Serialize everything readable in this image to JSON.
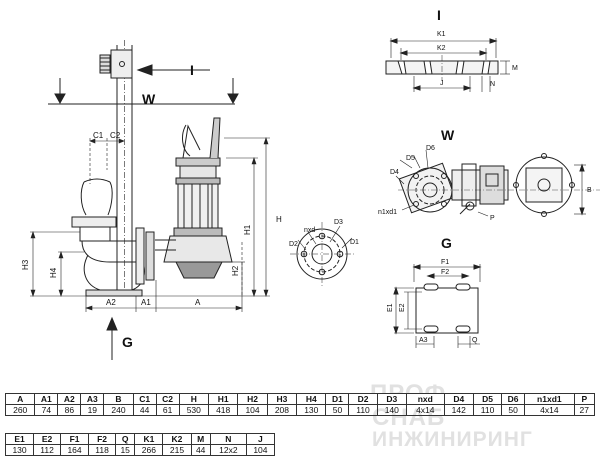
{
  "views": {
    "arrow_I": "I",
    "water_level_W": "W",
    "arrow_G": "G",
    "flange_view_I": "I",
    "plan_view_W": "W",
    "base_view_G": "G"
  },
  "dim_labels": {
    "C1": "C1",
    "C2": "C2",
    "H3": "H3",
    "H4": "H4",
    "A2": "A2",
    "A1": "A1",
    "A": "A",
    "H": "H",
    "H1": "H1",
    "H2": "H2",
    "nxd": "nxd",
    "D3": "D3",
    "D2": "D2",
    "D1": "D1",
    "K1": "K1",
    "K2": "K2",
    "M": "M",
    "J": "J",
    "N": "N",
    "D6": "D6",
    "D5": "D5",
    "D4": "D4",
    "n1xd1": "n1xd1",
    "P": "P",
    "B": "B",
    "F1": "F1",
    "F2": "F2",
    "E1": "E1",
    "E2": "E2",
    "A3": "A3",
    "Q": "Q"
  },
  "table1": {
    "headers": [
      "A",
      "A1",
      "A2",
      "A3",
      "B",
      "C1",
      "C2",
      "H",
      "H1",
      "H2",
      "H3",
      "H4",
      "D1",
      "D2",
      "D3",
      "nxd",
      "D4",
      "D5",
      "D6",
      "n1xd1",
      "P"
    ],
    "values": [
      "260",
      "74",
      "86",
      "19",
      "240",
      "44",
      "61",
      "530",
      "418",
      "104",
      "208",
      "130",
      "50",
      "110",
      "140",
      "4x14",
      "142",
      "110",
      "50",
      "4x14",
      "27"
    ]
  },
  "table2": {
    "headers": [
      "E1",
      "E2",
      "F1",
      "F2",
      "Q",
      "K1",
      "K2",
      "M",
      "N",
      "J"
    ],
    "values": [
      "130",
      "112",
      "164",
      "118",
      "15",
      "266",
      "215",
      "44",
      "12x2",
      "104"
    ]
  },
  "watermark": {
    "line1": "ПРОФ",
    "line2": "СНАБ",
    "line3": "ИНЖИНИРИНГ"
  }
}
